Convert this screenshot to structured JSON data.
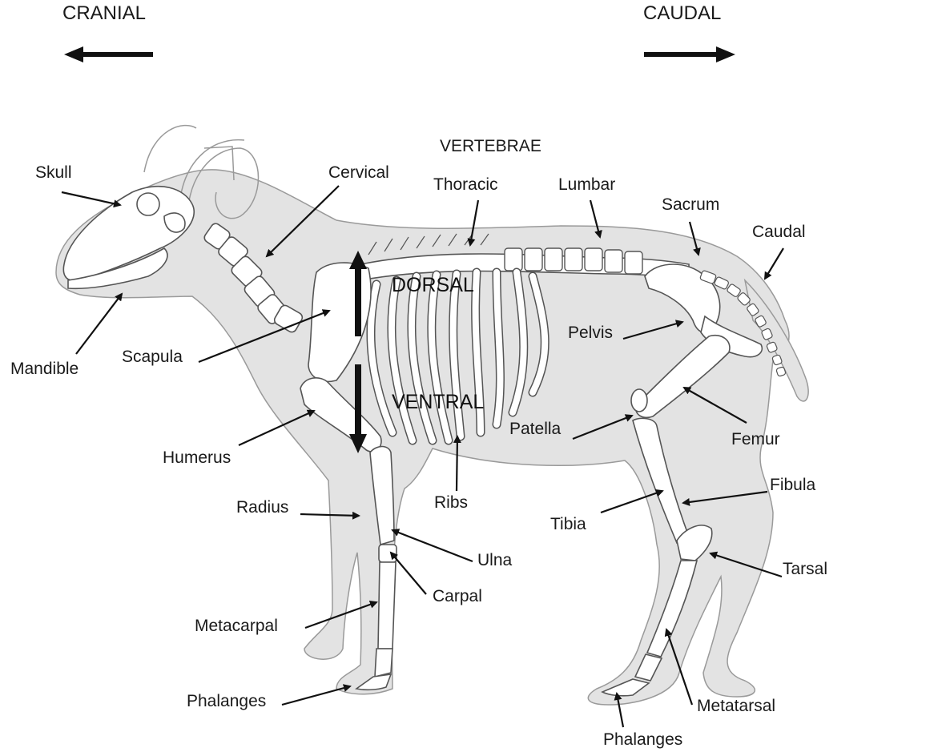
{
  "directions": {
    "cranial": "CRANIAL",
    "caudal": "CAUDAL",
    "dorsal": "DORSAL",
    "ventral": "VENTRAL"
  },
  "vertebrae": {
    "heading": "VERTEBRAE",
    "cervical": "Cervical",
    "thoracic": "Thoracic",
    "lumbar": "Lumbar",
    "sacrum": "Sacrum",
    "caudal": "Caudal"
  },
  "labels": {
    "skull": "Skull",
    "mandible": "Mandible",
    "scapula": "Scapula",
    "humerus": "Humerus",
    "radius": "Radius",
    "ulna": "Ulna",
    "carpal": "Carpal",
    "metacarpal": "Metacarpal",
    "phalanges_front": "Phalanges",
    "ribs": "Ribs",
    "pelvis": "Pelvis",
    "patella": "Patella",
    "femur": "Femur",
    "fibula": "Fibula",
    "tibia": "Tibia",
    "tarsal": "Tarsal",
    "metatarsal": "Metatarsal",
    "phalanges_hind": "Phalanges"
  },
  "colors": {
    "body_fill": "#e3e3e3",
    "outline": "#9a9a9a",
    "bone": "#ffffff",
    "arrow": "#111111"
  }
}
